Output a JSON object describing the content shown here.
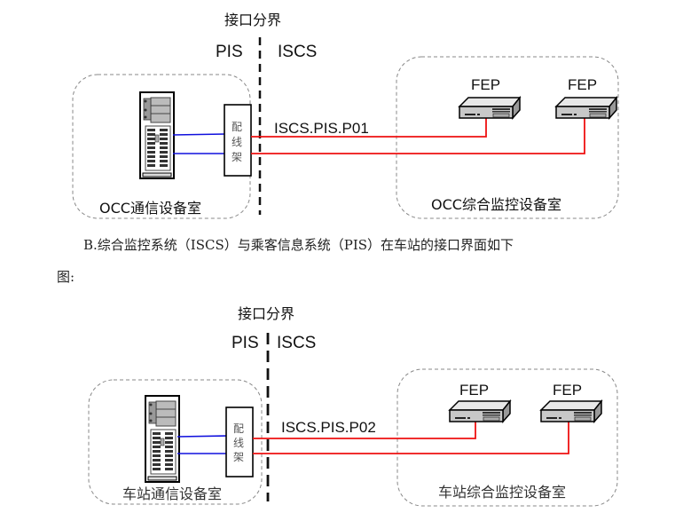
{
  "diagram_1": {
    "boundary_title": "接口分界",
    "left_system": "PIS",
    "right_system": "ISCS",
    "interface_id": "ISCS.PIS.P01",
    "patch_panel_label": [
      "配",
      "线",
      "架"
    ],
    "left_room": "OCC通信设备室",
    "right_room": "OCC综合监控设备室",
    "fep_labels": [
      "FEP",
      "FEP"
    ]
  },
  "paragraph": {
    "line1": "B.综合监控系统（ISCS）与乘客信息系统（PIS）在车站的接口界面如下",
    "line2": "图:"
  },
  "diagram_2": {
    "boundary_title": "接口分界",
    "left_system": "PIS",
    "right_system": "ISCS",
    "interface_id": "ISCS.PIS.P02",
    "patch_panel_label": [
      "配",
      "线",
      "架"
    ],
    "left_room": "车站通信设备室",
    "right_room": "车站综合监控设备室",
    "fep_labels": [
      "FEP",
      "FEP"
    ]
  },
  "colors": {
    "red_link": "#ee1111",
    "blue_link": "#1010dd",
    "dashed_border": "#888888",
    "boundary_line": "#111111"
  }
}
